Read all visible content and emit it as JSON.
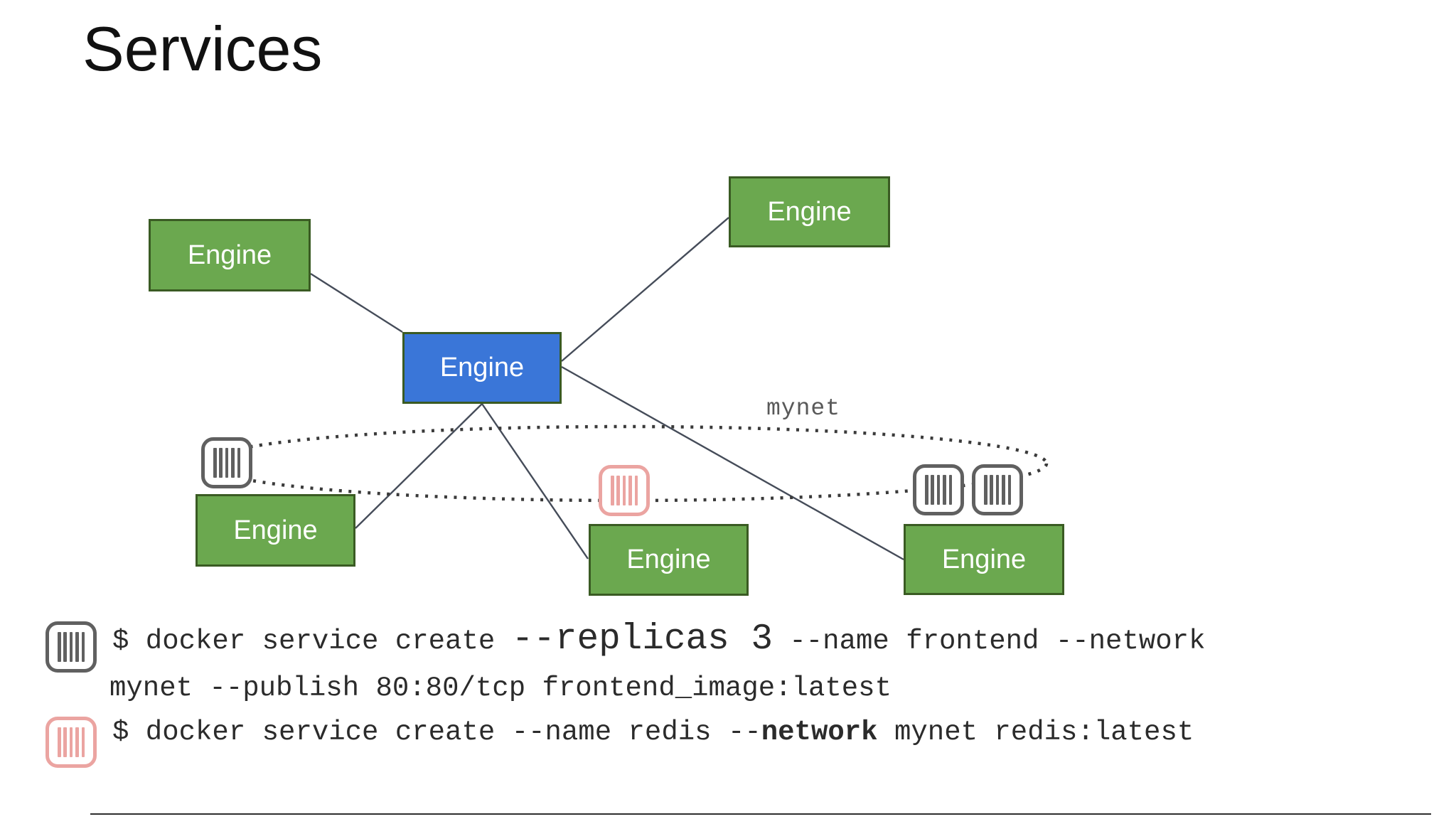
{
  "slide": {
    "title": "Services"
  },
  "colors": {
    "engine_green": "#6ba84f",
    "engine_blue": "#3a76d8",
    "box_border": "#3a5b23",
    "connector_line": "#454c59",
    "network_dots": "#3a3a3a",
    "container_icon_gray": "#606060",
    "container_icon_pink": "#eba4a1",
    "command_text": "#2b2b2b",
    "network_label_color": "#595959"
  },
  "icons": {
    "container_gray": "container-icon (rounded square with 5 vertical bars, gray)",
    "container_pink": "container-icon (rounded square with 5 vertical bars, pink)"
  },
  "diagram": {
    "network_label": "mynet",
    "engines": [
      {
        "id": "top-left",
        "variant": "green",
        "label": "Engine"
      },
      {
        "id": "top-right",
        "variant": "green",
        "label": "Engine"
      },
      {
        "id": "hub-center",
        "variant": "blue",
        "label": "Engine"
      },
      {
        "id": "bottom-left",
        "variant": "green",
        "label": "Engine"
      },
      {
        "id": "bottom-center",
        "variant": "green",
        "label": "Engine"
      },
      {
        "id": "bottom-right",
        "variant": "green",
        "label": "Engine"
      }
    ]
  },
  "commands": [
    {
      "icon": "container-gray",
      "segments": [
        {
          "text": "$ docker service create ",
          "style": "normal"
        },
        {
          "text": "--replicas 3",
          "style": "large"
        },
        {
          "text": " --name frontend --network",
          "style": "normal"
        }
      ]
    },
    {
      "icon": null,
      "segments": [
        {
          "text": "mynet --publish 80:80/tcp frontend_image:latest",
          "style": "normal"
        }
      ]
    },
    {
      "icon": "container-pink",
      "segments": [
        {
          "text": "$ docker service create --name redis --",
          "style": "normal"
        },
        {
          "text": "network",
          "style": "bold"
        },
        {
          "text": " mynet redis:latest",
          "style": "normal"
        }
      ]
    }
  ]
}
